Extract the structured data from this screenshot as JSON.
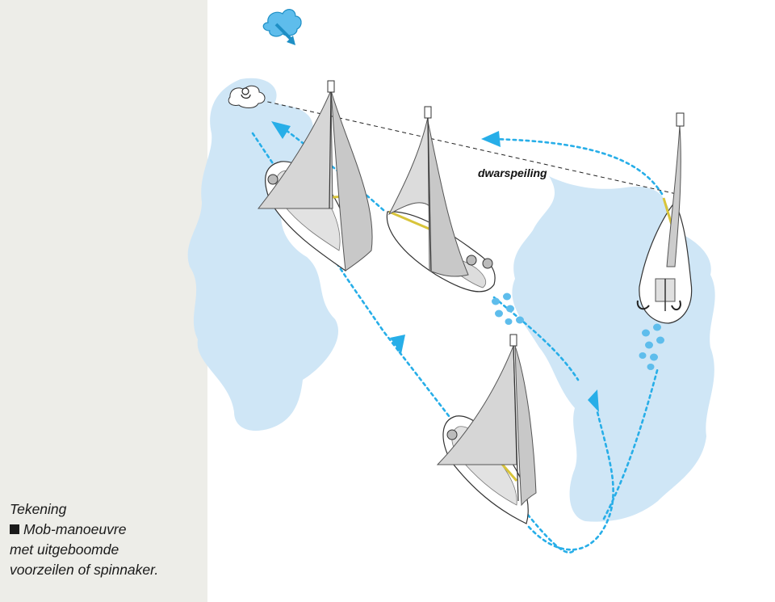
{
  "caption": {
    "title": "Tekening",
    "line1": "Mob-manoeuvre",
    "line2": "met uitgeboomde",
    "line3": "voorzeilen of spinnaker."
  },
  "labels": {
    "bearing": "dwarspeiling"
  },
  "colors": {
    "water": "#cfe6f6",
    "track": "#27aee8",
    "sail": "#cfcfcf",
    "sidebar": "#edede8"
  },
  "icons": [
    "cloud-wind-icon",
    "person-in-water-icon",
    "sailboat"
  ]
}
